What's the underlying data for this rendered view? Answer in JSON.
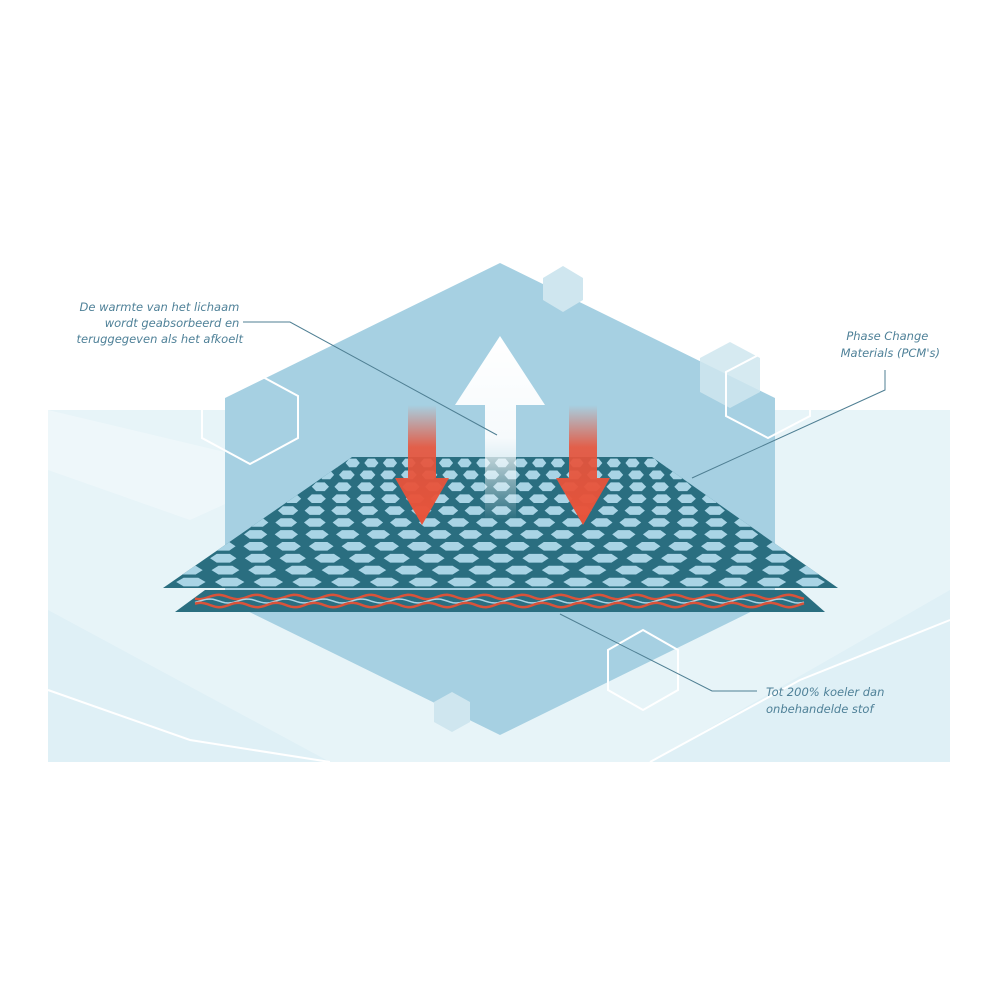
{
  "colors": {
    "background": "#ffffff",
    "panel_bg": "#e7f4f8",
    "hexagon_main": "#a6d0e2",
    "hexagon_light": "#cfe6ef",
    "fabric_top": "#2a6e80",
    "fabric_dots": "#a9d4e5",
    "fabric_bottom": "#2a6e80",
    "wave_red": "#d9533a",
    "wave_light": "#a9d4e5",
    "arrow_red": "#e8533a",
    "arrow_white": "#ffffff",
    "callout_line": "#4f7f93",
    "label_text": "#4f8198"
  },
  "labels": {
    "heat_absorption": [
      "De warmte van het lichaam",
      "wordt geabsorbeerd en",
      "teruggegeven als het afkoelt"
    ],
    "pcm": [
      "Phase Change",
      "Materials (PCM's)"
    ],
    "cooler": [
      "Tot 200% koeler dan",
      "onbehandelde stof"
    ]
  },
  "icons": {
    "arrow_down_left": "heat-in-arrow-icon",
    "arrow_down_right": "heat-in-arrow-icon",
    "arrow_up": "heat-out-arrow-icon"
  }
}
